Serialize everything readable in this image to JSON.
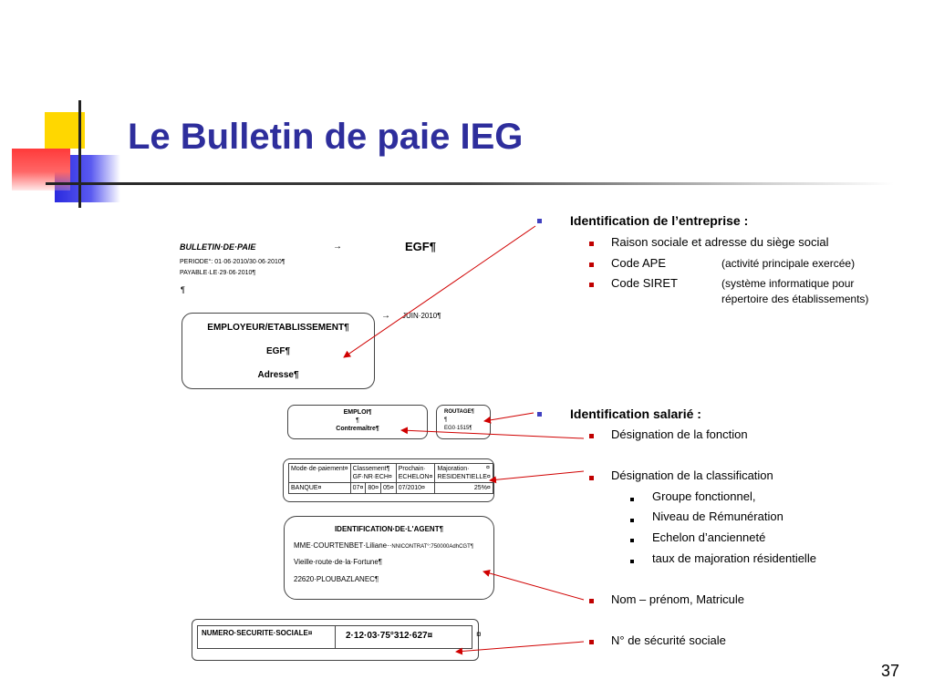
{
  "title": "Le Bulletin de paie IEG",
  "page_number": "37",
  "payslip": {
    "heading": "BULLETIN·DE·PAIE",
    "arrow1": "→",
    "company_code": "EGF¶",
    "periode": "PERIODE°: 01·06·2010/30·06·2010¶",
    "payable": "PAYABLE·LE·29·06·2010¶",
    "pilcrow": "¶",
    "arrow2": "→",
    "month": "JUIN·2010¶",
    "employer": {
      "label": "EMPLOYEUR/ETABLISSEMENT¶",
      "code": "EGF¶",
      "address": "Adresse¶"
    },
    "emploi": {
      "label": "EMPLOI¶",
      "pilcrow": "¶",
      "value": "Contremaître¶"
    },
    "routage": {
      "label": "ROUTAGE¶",
      "pilcrow": "¶",
      "value": "EG0·1515¶"
    },
    "classif": {
      "headers": [
        "Mode·de·paiement¤",
        "Classement¶ GF·NR·ECH¤",
        "Prochain· ECHELON¤",
        "Majoration· RESIDENTIELLE¤"
      ],
      "values": [
        "BANQUE¤",
        "07¤",
        "80¤",
        "05¤",
        "07/2010¤",
        "25%¤"
      ],
      "end_mark": "¤"
    },
    "agent": {
      "label": "IDENTIFICATION·DE·L'AGENT¶",
      "name": "MME·COURTENBET·Liliane··",
      "contrat": "NNICONTRAT°:750000AdhCGT¶",
      "street": "Vieille·route·de·la·Fortune¶",
      "city": "22620·PLOUBAZLANEC¶"
    },
    "secu": {
      "label": "NUMERO·SECURITE·SOCIALE¤",
      "value": "2·12·03·75°312·627¤",
      "end_mark": "¤"
    }
  },
  "bullets": {
    "entreprise": {
      "title": "Identification de l’entreprise :",
      "raison": "Raison sociale et adresse du siège social",
      "ape_label": "Code APE",
      "ape_desc": "(activité principale exercée)",
      "siret_label": "Code SIRET",
      "siret_desc_1": "(système informatique pour",
      "siret_desc_2": "répertoire des établissements)"
    },
    "salarie": {
      "title": "Identification salarié :",
      "fonction": "Désignation de la fonction",
      "classification": "Désignation de la classification",
      "sub": [
        "Groupe fonctionnel,",
        "Niveau de Rémunération",
        "Echelon d’ancienneté",
        "taux de majoration résidentielle"
      ],
      "nom": "Nom – prénom, Matricule",
      "secu": "N° de sécurité sociale"
    }
  },
  "colors": {
    "title": "#2e2e9c",
    "arrows": "#d00000",
    "bullet_l1": "#4040c0",
    "bullet_l2": "#c00000"
  }
}
